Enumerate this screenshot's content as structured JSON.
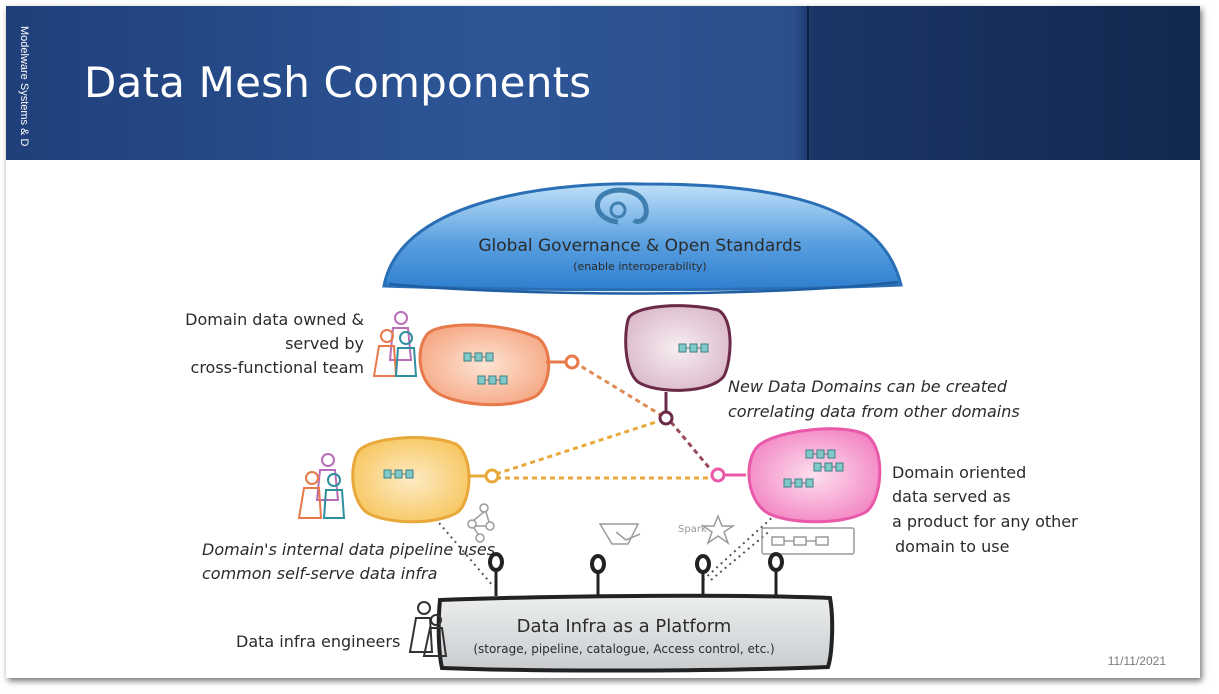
{
  "slide": {
    "side_label": "Modelware Systems & D",
    "title": "Data Mesh Components",
    "date": "11/11/2021"
  },
  "diagram": {
    "governance_title": "Global Governance & Open Standards",
    "governance_subtitle": "(enable interoperability)",
    "team_label_1": "Domain data owned &",
    "team_label_2": "served by",
    "team_label_3": "cross-functional team",
    "new_domains_1": "New Data Domains can be created",
    "new_domains_2": "correlating data from other domains",
    "product_1": "Domain oriented",
    "product_2": "data served as",
    "product_3": "a product for any other",
    "product_4": "domain to use",
    "pipeline_1": "Domain's internal data pipeline uses",
    "pipeline_2": "common self-serve data infra",
    "engineers_label": "Data infra engineers",
    "platform_title": "Data Infra as a Platform",
    "platform_subtitle": "(storage, pipeline, catalogue, Access control, etc.)",
    "spark_label": "Spark",
    "colors": {
      "governance": "#5aa0e0",
      "domain_orange": "#f5a47f",
      "domain_yellow": "#f7c45a",
      "domain_purple": "#d9b6c8",
      "domain_pink": "#f27fc0",
      "platform": "#cfd2d4"
    }
  }
}
